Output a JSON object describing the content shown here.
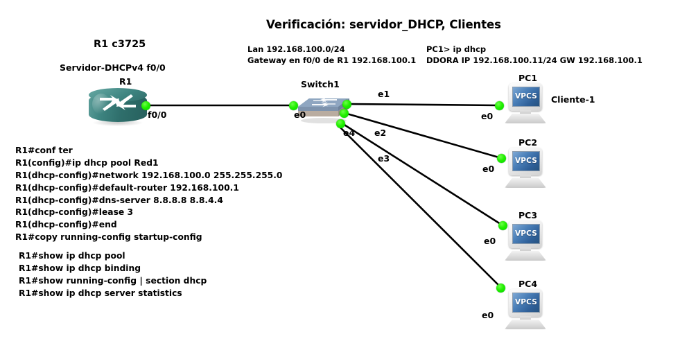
{
  "title": "Verificación: servidor_DHCP, Clientes",
  "router_section": {
    "model_heading": "R1 c3725",
    "role_heading": "Servidor-DHCPv4 f0/0",
    "node_label": "R1",
    "port_label": "f0/0"
  },
  "lan_info": {
    "line1": "Lan 192.168.100.0/24",
    "line2": "Gateway en f0/0 de R1 192.168.100.1"
  },
  "dhcp_result": {
    "line1": "PC1> ip dhcp",
    "line2": "DDORA IP 192.168.100.11/24 GW 192.168.100.1"
  },
  "switch": {
    "node_label": "Switch1",
    "port_e0": "e0",
    "port_e1": "e1",
    "port_e2": "e2",
    "port_e3": "e3",
    "port_e4": "e4"
  },
  "pcs": [
    {
      "name": "PC1",
      "screen_text": "VPCS",
      "port_label": "e0",
      "alias": "Cliente-1"
    },
    {
      "name": "PC2",
      "screen_text": "VPCS",
      "port_label": "e0",
      "alias": ""
    },
    {
      "name": "PC3",
      "screen_text": "VPCS",
      "port_label": "e0",
      "alias": ""
    },
    {
      "name": "PC4",
      "screen_text": "VPCS",
      "port_label": "e0",
      "alias": ""
    }
  ],
  "cli_config": "R1#conf ter\nR1(config)#ip dhcp pool Red1\nR1(dhcp-config)#network 192.168.100.0 255.255.255.0\nR1(dhcp-config)#default-router 192.168.100.1\nR1(dhcp-config)#dns-server 8.8.8.8 8.8.4.4\nR1(dhcp-config)#lease 3\nR1(dhcp-config)#end\nR1#copy running-config startup-config",
  "cli_verify": "R1#show ip dhcp pool\nR1#show ip dhcp binding\nR1#show running-config | section dhcp\nR1#show ip dhcp server statistics",
  "colors": {
    "background": "#ffffff",
    "text": "#000000",
    "link_dot_green": "#1ee000",
    "router_teal": "#3f8682",
    "switch_blue": "#7a92ac",
    "vpcs_screen_blue": "#3f72ad",
    "cable": "#000000"
  }
}
